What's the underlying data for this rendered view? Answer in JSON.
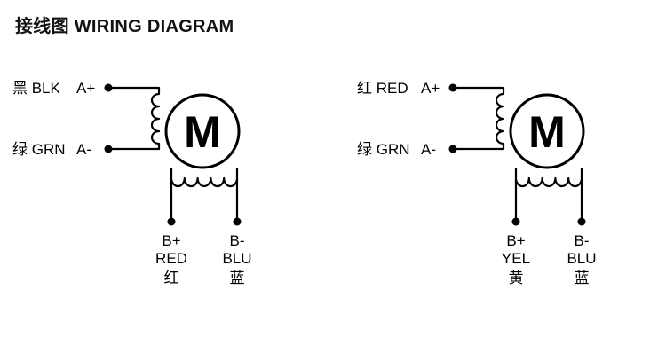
{
  "title": "接线图 WIRING DIAGRAM",
  "colors": {
    "line": "#000000",
    "background": "#ffffff"
  },
  "diagrams": [
    {
      "name": "left-motor",
      "motor_label": "M",
      "phase_a": {
        "plus_color": "黑 BLK",
        "plus_terminal": "A+",
        "minus_color": "绿 GRN",
        "minus_terminal": "A-"
      },
      "phase_b": {
        "plus_terminal": "B+",
        "plus_color_en": "RED",
        "plus_color_cn": "红",
        "minus_terminal": "B-",
        "minus_color_en": "BLU",
        "minus_color_cn": "蓝"
      }
    },
    {
      "name": "right-motor",
      "motor_label": "M",
      "phase_a": {
        "plus_color": "红 RED",
        "plus_terminal": "A+",
        "minus_color": "绿 GRN",
        "minus_terminal": "A-"
      },
      "phase_b": {
        "plus_terminal": "B+",
        "plus_color_en": "YEL",
        "plus_color_cn": "黄",
        "minus_terminal": "B-",
        "minus_color_en": "BLU",
        "minus_color_cn": "蓝"
      }
    }
  ]
}
